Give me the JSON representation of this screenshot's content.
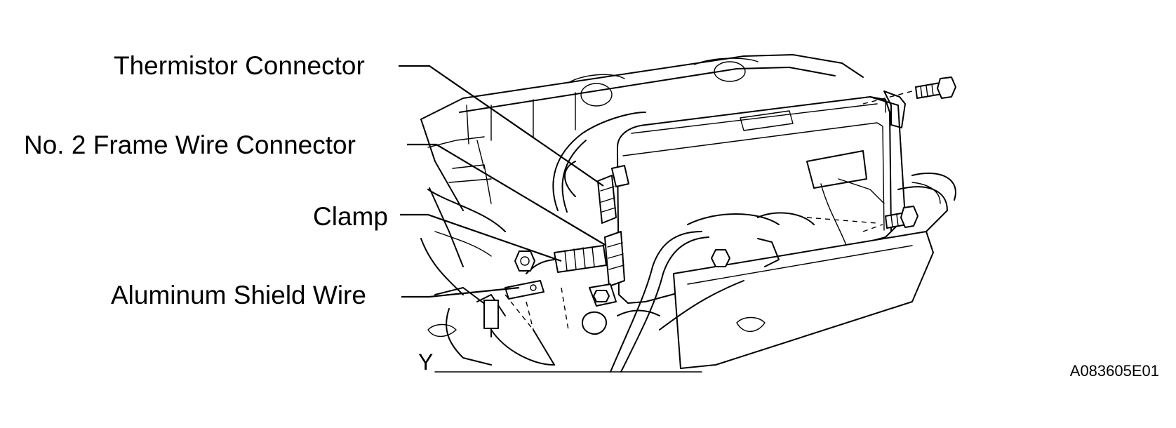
{
  "callouts": {
    "thermistor_connector": "Thermistor Connector",
    "frame_wire_connector": "No. 2 Frame Wire Connector",
    "clamp": "Clamp",
    "aluminum_shield_wire": "Aluminum Shield Wire"
  },
  "view_letter": "Y",
  "figure_code": "A083605E01"
}
